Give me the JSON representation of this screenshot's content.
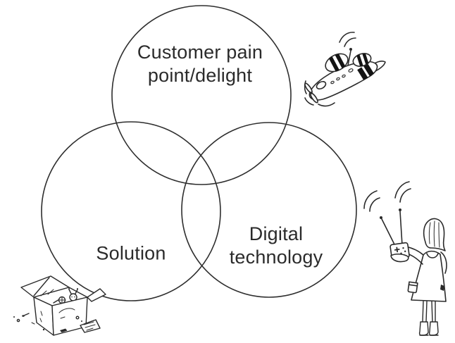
{
  "colors": {
    "background": "#ffffff",
    "ink": "#2a2a2a",
    "text": "#2b2b2b"
  },
  "venn": {
    "circles": [
      {
        "name": "customer-pain-point-delight",
        "label_lines": [
          "Customer pain",
          "point/delight"
        ]
      },
      {
        "name": "solution",
        "label_lines": [
          "Solution"
        ]
      },
      {
        "name": "digital-technology",
        "label_lines": [
          "Digital",
          "technology"
        ]
      }
    ]
  },
  "illustrations": {
    "plane": "rc-toy-airplane-sketch",
    "girl": "girl-holding-rc-transmitter-sketch",
    "box": "open-parts-box-sketch"
  }
}
